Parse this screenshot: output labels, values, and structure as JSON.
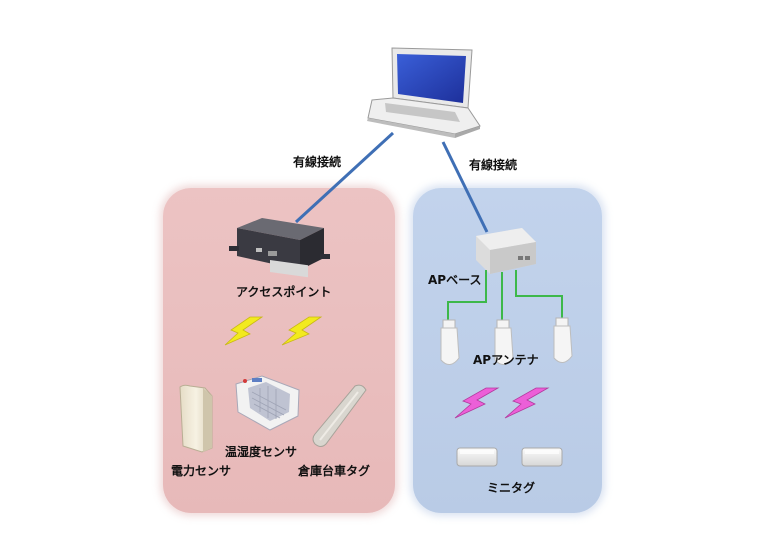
{
  "connections": {
    "wired_left": "有線接続",
    "wired_right": "有線接続"
  },
  "left_group": {
    "access_point": "アクセスポイント",
    "temp_humidity_sensor": "温湿度センサ",
    "power_sensor": "電力センサ",
    "warehouse_cart_tag": "倉庫台車タグ"
  },
  "right_group": {
    "ap_base": "APベース",
    "ap_antenna": "APアンテナ",
    "mini_tag": "ミニタグ"
  },
  "colors": {
    "left_panel": "#ecc3c3",
    "right_panel": "#c2d3ec",
    "wired_line": "#3f6fb5",
    "antenna_line": "#3db84a",
    "bolt_left": "#f2ea1e",
    "bolt_right": "#ec5fd8"
  },
  "icons": [
    "laptop-icon",
    "access-point-device-icon",
    "lightning-icon",
    "sensor-device-icon",
    "antenna-icon",
    "tag-icon"
  ]
}
